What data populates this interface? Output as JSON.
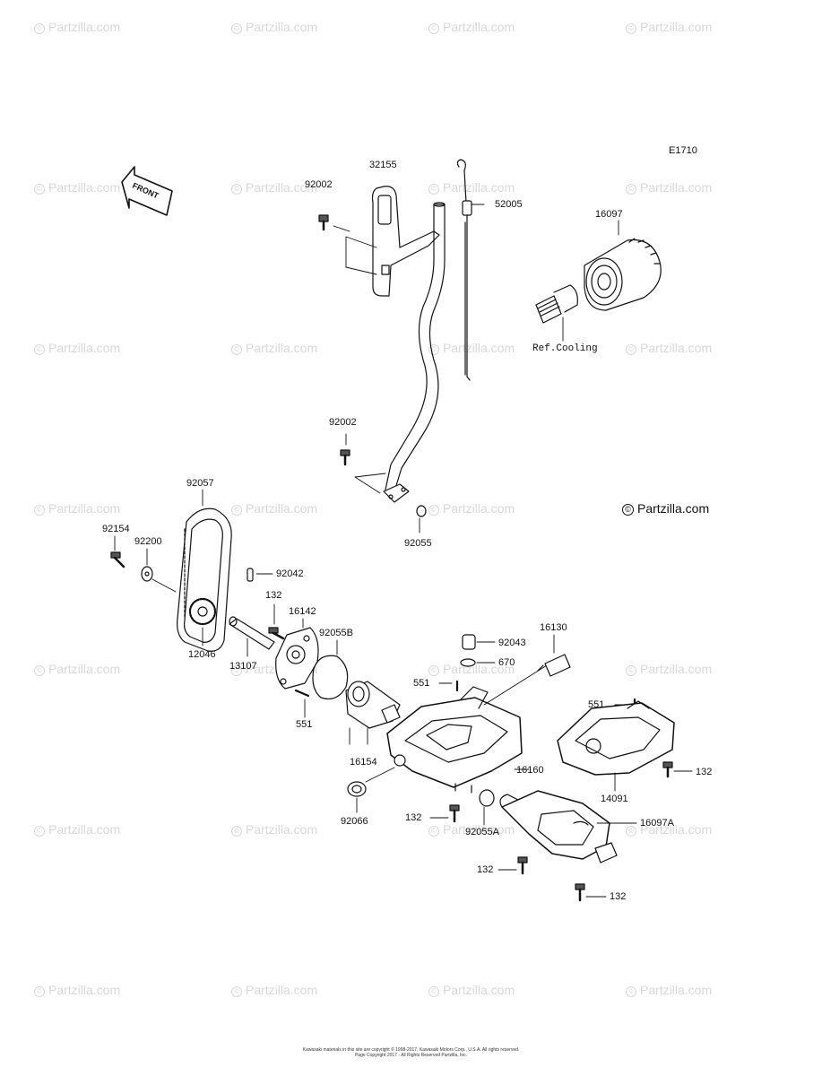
{
  "watermark": {
    "text": "Partzilla.com",
    "symbol": "©"
  },
  "diagram_code": "E1710",
  "credit": {
    "symbol": "©",
    "text": "Partzilla.com"
  },
  "front_arrow": {
    "text": "FRONT"
  },
  "callouts": {
    "p32155": "32155",
    "p92002_top": "92002",
    "p52005": "52005",
    "p16097": "16097",
    "ref_cooling": "Ref.Cooling",
    "p92002_mid": "92002",
    "p92055": "92055",
    "p92057": "92057",
    "p92154": "92154",
    "p92200": "92200",
    "p92042": "92042",
    "p132_pump": "132",
    "p16142": "16142",
    "p92055B": "92055B",
    "p12046": "12046",
    "p13107": "13107",
    "p551_pump": "551",
    "p92043": "92043",
    "p16130": "16130",
    "p670": "670",
    "p551_pan": "551",
    "p16154": "16154",
    "p16160": "16160",
    "p92066": "92066",
    "p132_pan": "132",
    "p92055A": "92055A",
    "p551_right": "551",
    "p132_right": "132",
    "p14091": "14091",
    "p16097A": "16097A",
    "p132_lower": "132",
    "p132_bottom": "132"
  },
  "footer": {
    "line1": "Kawasaki materials in this site are copyright © 1998-2017, Kawasaki Motors Corp., U.S.A. All rights reserved.",
    "line2": "Page Copyright 2017 - All Rights Reserved Partzilla, Inc."
  }
}
